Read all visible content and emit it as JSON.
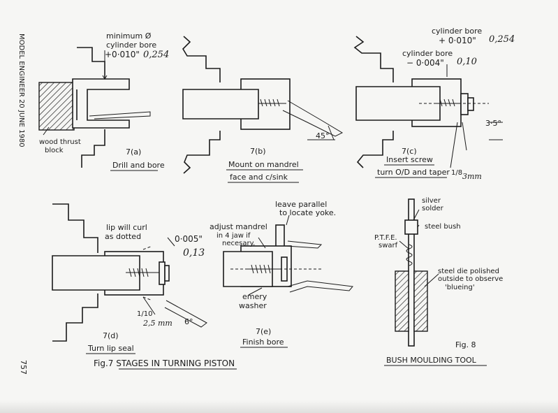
{
  "margin_text": {
    "publication": "MODEL ENGINEER 20 JUNE 1980",
    "page_number": "757"
  },
  "fig7": {
    "caption": "Fig.7  STAGES IN TURNING PISTON",
    "a": {
      "id": "7(a)",
      "title": "Drill and bore",
      "note_line1": "minimum Ø",
      "note_line2": "cylinder bore",
      "note_value": "+0·010\"",
      "hand_value": "0,254",
      "block_line1": "wood thrust",
      "block_line2": "block"
    },
    "b": {
      "id": "7(b)",
      "title_line1": "Mount on mandrel",
      "title_line2": "face and c/sink",
      "angle": "45°"
    },
    "c": {
      "id": "7(c)",
      "title_line1": "Insert screw",
      "title_line2": "turn O/D and taper",
      "note1_line1": "cylinder bore",
      "note1_value": "+ 0·010\"",
      "note1_hand": "0,254",
      "note2_line1": "cylinder bore",
      "note2_value": "− 0·004\"",
      "note2_hand": "0,10",
      "angle": "3·5°",
      "dim": "1/8",
      "dim_hand": "3mm"
    },
    "d": {
      "id": "7(d)",
      "title": "Turn lip seal",
      "note_line1": "lip will curl",
      "note_line2": "as dotted",
      "dim": "0·005\"",
      "dim_hand": "0,13",
      "small_dim": "1/10",
      "small_dim_hand": "2,5 mm",
      "angle": "6°"
    },
    "e": {
      "id": "7(e)",
      "title": "Finish bore",
      "note1_line1": "leave parallel",
      "note1_line2": "to locate yoke.",
      "note2_line1": "adjust mandrel",
      "note2_line2": "in 4 jaw if",
      "note2_line3": "necesary.",
      "note3_line1": "emery",
      "note3_line2": "washer"
    }
  },
  "fig8": {
    "label": "Fig. 8",
    "title": "BUSH MOULDING TOOL",
    "silver_line1": "silver",
    "silver_line2": "solder",
    "steel_bush": "steel bush",
    "ptfe_line1": "P.T.F.E.",
    "ptfe_line2": "swarf",
    "die_line1": "steel die polished",
    "die_line2": "outside to observe",
    "die_line3": "'blueing'"
  }
}
